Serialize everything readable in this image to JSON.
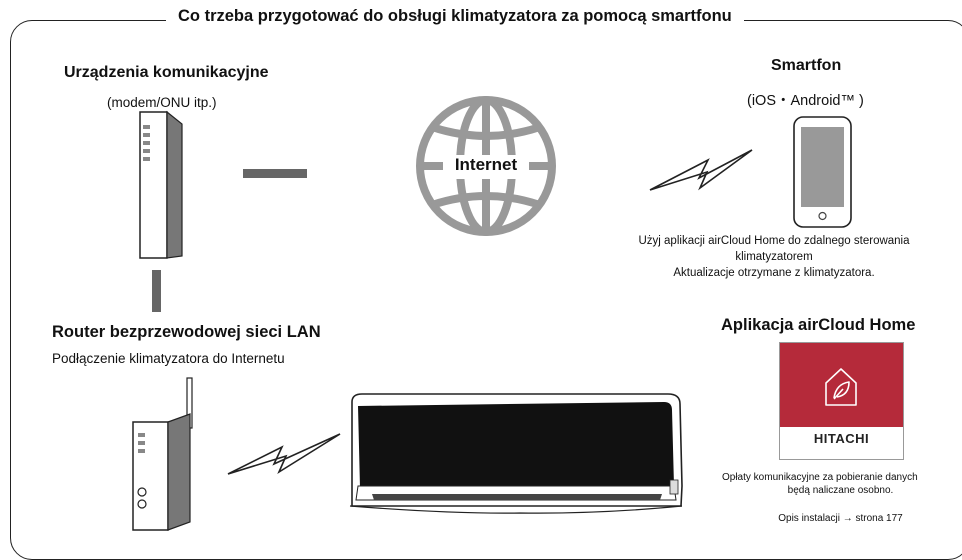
{
  "title": "Co trzeba przygotować do obsługi klimatyzatora za pomocą smartfonu",
  "modem": {
    "heading": "Urządzenia komunikacyjne",
    "subheading": "(modem/ONU itp.)"
  },
  "internet": {
    "label": "Internet"
  },
  "smartphone": {
    "heading": "Smartfon",
    "os": "(iOS・Android™ )",
    "description_line1": "Użyj aplikacji airCloud Home do zdalnego sterowania",
    "description_line2": "klimatyzatorem",
    "description_line3": "Aktualizacje otrzymane z klimatyzatora."
  },
  "router": {
    "heading": "Router bezprzewodowej sieci LAN",
    "subheading": "Podłączenie klimatyzatora do Internetu"
  },
  "app": {
    "heading": "Aplikacja airCloud Home",
    "brand": "HITACHI",
    "note_line1": "Opłaty komunikacyjne za pobieranie danych",
    "note_line2": "będą naliczane osobno.",
    "install": "Opis instalacji → strona 177",
    "tile_color": "#b52a3a"
  }
}
